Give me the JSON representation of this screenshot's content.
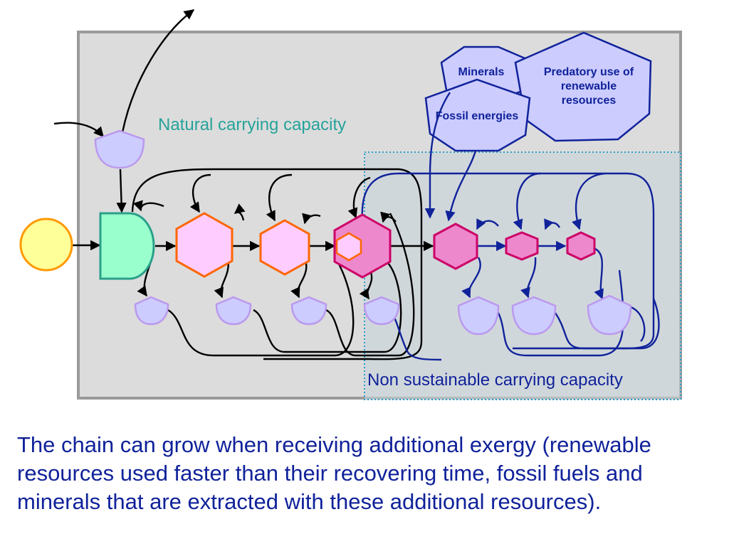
{
  "labels": {
    "natural_capacity": "Natural carrying capacity",
    "non_sustainable_capacity": "Non sustainable carrying capacity"
  },
  "sources": {
    "minerals": "Minerals",
    "predatory": "Predatory use of renewable resources",
    "fossil": "Fossil energies"
  },
  "caption": "The chain can grow when receiving additional exergy (renewable resources used faster than their recovering time, fossil fuels and minerals that are extracted with these additional resources).",
  "colors": {
    "panel_fill": "#dcdcdc",
    "panel_border": "#9a9a9a",
    "sun": "#ffff99",
    "producer": "#99ffcc",
    "consumer_fill": "#ffccff",
    "consumer_stroke": "#ff6600",
    "intensive_fill": "#ee88cc",
    "intensive_stroke": "#cc0066",
    "storage_fill": "#ccccff",
    "storage_stroke": "#bb99ee",
    "natural_flow": "#000000",
    "extra_flow": "#10229a",
    "natural_label": "#26a39a",
    "extra_label": "#10229a"
  }
}
